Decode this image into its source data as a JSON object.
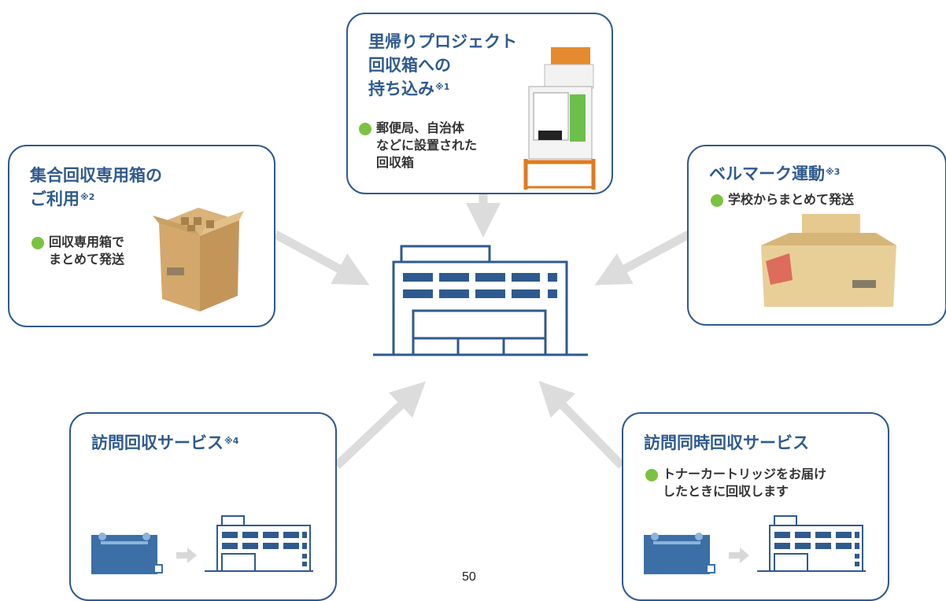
{
  "center": {
    "icon": "building-icon"
  },
  "top": {
    "title_lines": [
      "里帰りプロジェクト",
      "回収箱への",
      "持ち込み"
    ],
    "note": "※1",
    "bullet_lines": [
      "郵便局、自治体",
      "などに設置された",
      "回収箱"
    ],
    "icon": "collection-box-icon"
  },
  "left": {
    "title_lines": [
      "集合回収専用箱の",
      "ご利用"
    ],
    "note": "※2",
    "bullet_lines": [
      "回収専用箱で",
      "まとめて発送"
    ],
    "icon": "cardboard-box-icon"
  },
  "right": {
    "title": "ベルマーク運動",
    "note": "※3",
    "bullet": "学校からまとめて発送",
    "icon": "cardboard-box-icon"
  },
  "bottom_left": {
    "title": "訪問回収サービス",
    "note": "※4",
    "icons": [
      "truck-icon",
      "arrow-right-icon",
      "building-icon"
    ]
  },
  "bottom_right": {
    "title": "訪問同時回収サービス",
    "bullet_lines": [
      "トナーカートリッジをお届け",
      "したときに回収します"
    ],
    "icons": [
      "truck-icon",
      "arrow-right-icon",
      "building-icon"
    ]
  },
  "page_number": "50",
  "colors": {
    "frame": "#2f5a8e",
    "bullet": "#7cc242",
    "arrow": "#dcdcdc",
    "icon": "#2f5a8e"
  }
}
